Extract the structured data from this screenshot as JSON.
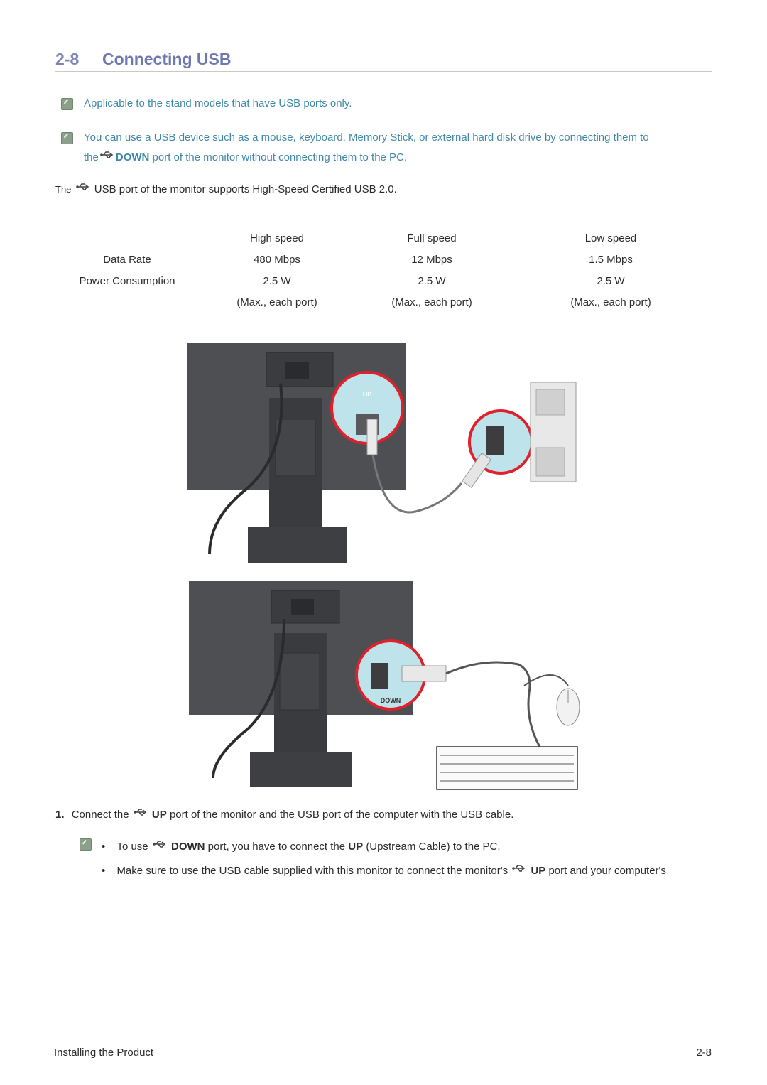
{
  "heading": {
    "number": "2-8",
    "title": "Connecting USB"
  },
  "notes": [
    {
      "text": "Applicable to the stand models that have USB ports only."
    },
    {
      "line1": "You can use a USB device such as a mouse, keyboard, Memory Stick, or external hard disk drive by connecting them to",
      "prefix": "the",
      "port": "DOWN",
      "suffix": "port of the monitor without connecting them to the PC."
    }
  ],
  "intro": {
    "prefix": "The",
    "suffix": "USB port of the monitor supports High-Speed Certified USB 2.0."
  },
  "spec_table": {
    "headers": [
      "",
      "High speed",
      "Full speed",
      "Low speed"
    ],
    "rows": [
      [
        "Data Rate",
        "480 Mbps",
        "12 Mbps",
        "1.5 Mbps"
      ],
      [
        "Power Consumption",
        "2.5 W",
        "2.5 W",
        "2.5 W"
      ],
      [
        "",
        "(Max., each port)",
        "(Max., each port)",
        "(Max., each port)"
      ]
    ]
  },
  "figures": {
    "up_label": "UP",
    "down_label": "DOWN"
  },
  "steps": [
    {
      "number": "1.",
      "prefix": "Connect the",
      "port": "UP",
      "suffix": "port of the monitor and the USB port of the computer with the USB cable."
    }
  ],
  "bullets": [
    {
      "prefix": "To use",
      "port": "DOWN",
      "middle": "port, you have to connect the",
      "port2": "UP",
      "suffix": "(Upstream Cable) to the PC."
    },
    {
      "prefix": "Make sure to use the USB cable supplied with this monitor to connect the monitor's",
      "port": "UP",
      "suffix": "port and your computer's"
    }
  ],
  "bullet_symbol": "•",
  "footer": {
    "left": "Installing the Product",
    "right": "2-8"
  },
  "colors": {
    "heading": "#6d78b3",
    "note_text": "#3f88a8",
    "note_icon": "#8aa08a",
    "callout_red": "#e0202a",
    "callout_fill": "#bfe3ea"
  }
}
